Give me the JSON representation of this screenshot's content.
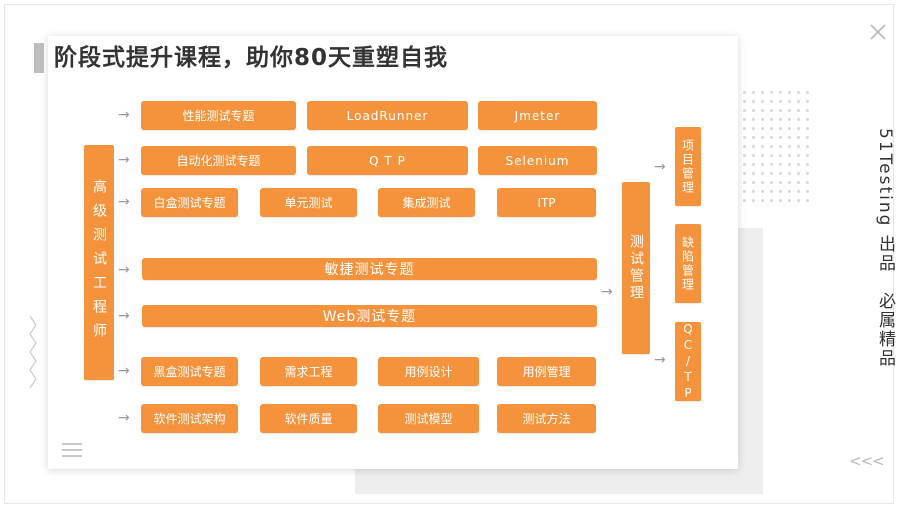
{
  "slide": {
    "title": "阶段式提升课程，助你80天重塑自我",
    "side_caption": "51Testing 出品　必属精品",
    "colors": {
      "accent": "#f5933d",
      "text": "#333333",
      "arrow": "#9a9a9a"
    },
    "icons": {
      "close": "close-icon",
      "back": "chevrons-left-icon",
      "menu": "hamburger-icon"
    }
  },
  "left_column": {
    "label": "高级测试工程师"
  },
  "rows": {
    "row1": [
      "性能测试专题",
      "LoadRunner",
      "Jmeter"
    ],
    "row2": [
      "自动化测试专题",
      "Q T P",
      "Selenium"
    ],
    "row3": [
      "白盒测试专题",
      "单元测试",
      "集成测试",
      "ITP"
    ],
    "row4": [
      "敏捷测试专题"
    ],
    "row5": [
      "Web测试专题"
    ],
    "row6": [
      "黑盒测试专题",
      "需求工程",
      "用例设计",
      "用例管理"
    ],
    "row7": [
      "软件测试架构",
      "软件质量",
      "测试模型",
      "测试方法"
    ]
  },
  "middle_column": {
    "label": "测试管理"
  },
  "right_column": [
    "项目管理",
    "缺陷管理",
    "QC/TP"
  ],
  "arrow_glyph": "→",
  "back_glyph": "<<<"
}
